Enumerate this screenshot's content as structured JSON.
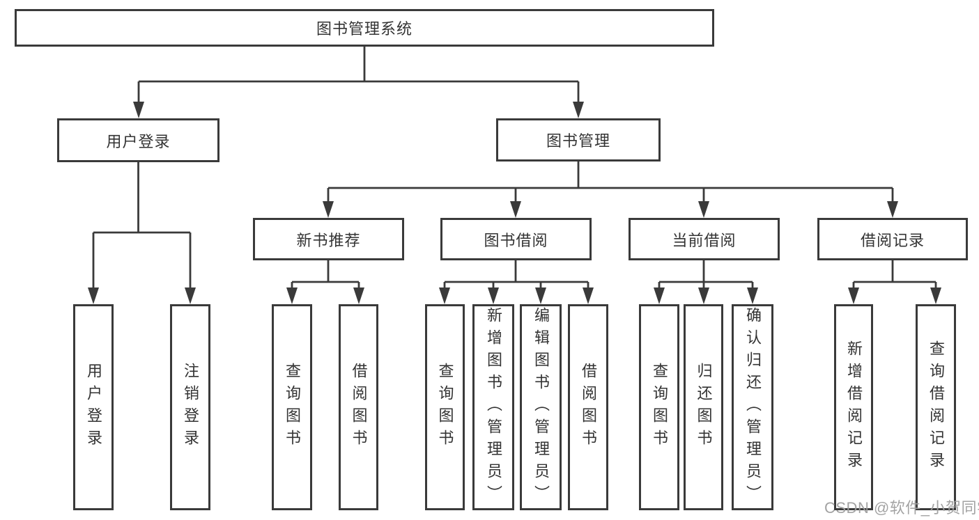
{
  "diagram_title": "图书管理系统",
  "colors": {
    "line": "#3a3a3a",
    "text": "#333333",
    "background": "#ffffff",
    "watermark": "#9e9e9e"
  },
  "tree": {
    "root": {
      "label": "图书管理系统"
    },
    "children": [
      {
        "label": "用户登录",
        "children": [
          {
            "label": "用户登录"
          },
          {
            "label": "注销登录"
          }
        ]
      },
      {
        "label": "图书管理",
        "children": [
          {
            "label": "新书推荐",
            "children": [
              {
                "label": "查询图书"
              },
              {
                "label": "借阅图书"
              }
            ]
          },
          {
            "label": "图书借阅",
            "children": [
              {
                "label": "查询图书"
              },
              {
                "label": "新增图书（管理员）"
              },
              {
                "label": "编辑图书（管理员）"
              },
              {
                "label": "借阅图书"
              }
            ]
          },
          {
            "label": "当前借阅",
            "children": [
              {
                "label": "查询图书"
              },
              {
                "label": "归还图书"
              },
              {
                "label": "确认归还（管理员）"
              }
            ]
          },
          {
            "label": "借阅记录",
            "children": [
              {
                "label": "新增借阅记录"
              },
              {
                "label": "查询借阅记录"
              }
            ]
          }
        ]
      }
    ]
  },
  "watermark": {
    "text": "CSDN @软件_小贺同学"
  }
}
